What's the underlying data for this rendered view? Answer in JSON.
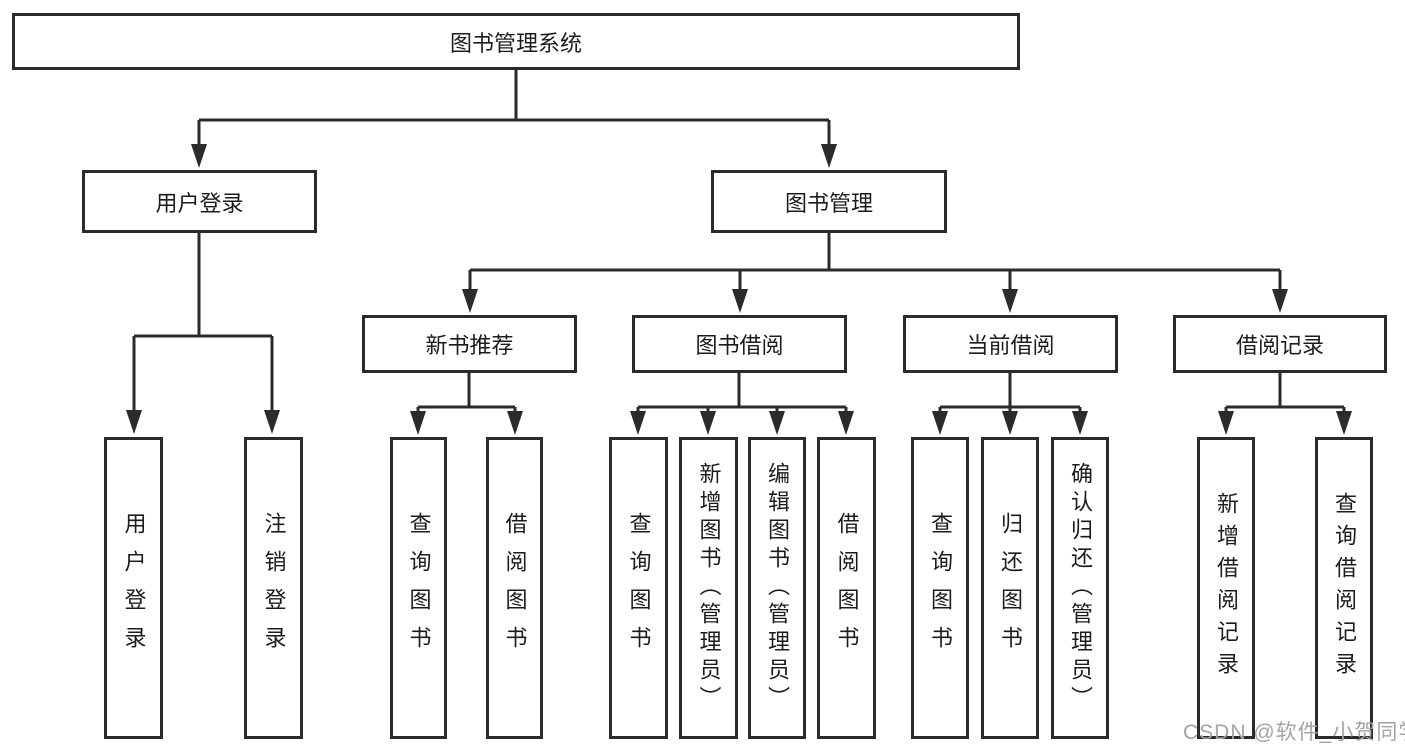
{
  "diagram": {
    "root": {
      "label": "图书管理系统"
    },
    "branches": [
      {
        "label": "用户登录",
        "children": [
          "用户登录",
          "注销登录"
        ]
      },
      {
        "label": "图书管理",
        "groups": [
          {
            "label": "新书推荐",
            "children": [
              "查询图书",
              "借阅图书"
            ]
          },
          {
            "label": "图书借阅",
            "children": [
              "查询图书",
              "新增图书（管理员）",
              "编辑图书（管理员）",
              "借阅图书"
            ]
          },
          {
            "label": "当前借阅",
            "children": [
              "查询图书",
              "归还图书",
              "确认归还（管理员）"
            ]
          },
          {
            "label": "借阅记录",
            "children": [
              "新增借阅记录",
              "查询借阅记录"
            ]
          }
        ]
      }
    ]
  },
  "watermark": {
    "text": "CSDN @软件_小贺同学"
  },
  "colors": {
    "line": "#2b2b2b",
    "box_border": "#2b2b2b",
    "text": "#1c1c1c",
    "watermark": "#a5a3a3",
    "background": "#ffffff"
  }
}
